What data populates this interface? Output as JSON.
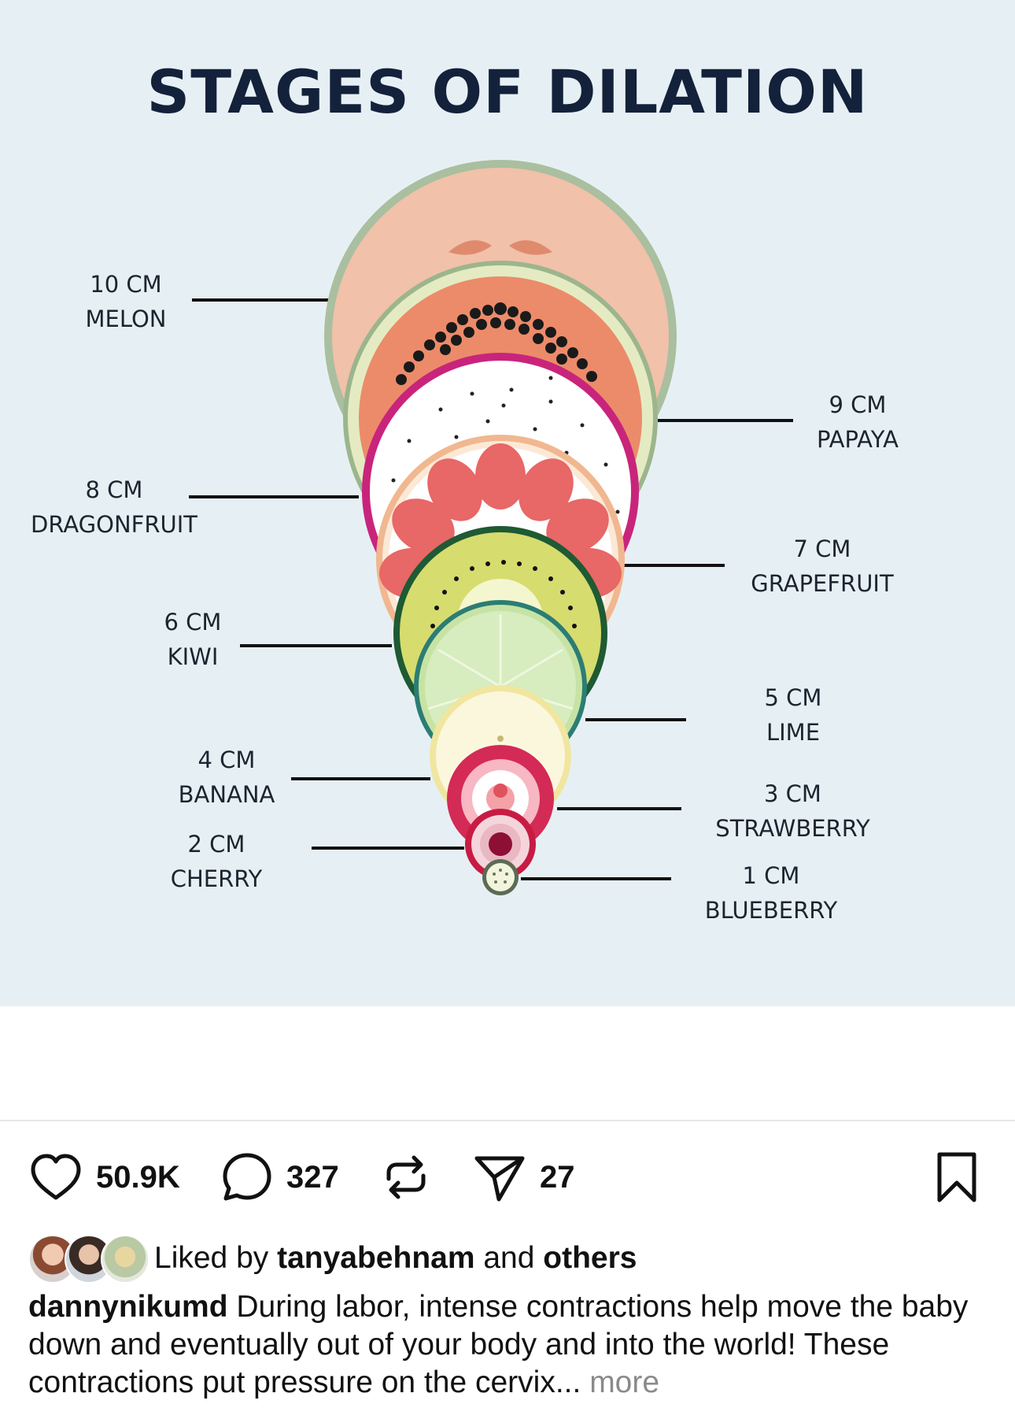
{
  "infographic": {
    "title": "STAGES OF DILATION",
    "stages": [
      {
        "size": "10 CM",
        "name": "MELON"
      },
      {
        "size": "9 CM",
        "name": "PAPAYA"
      },
      {
        "size": "8 CM",
        "name": "DRAGONFRUIT"
      },
      {
        "size": "7 CM",
        "name": "GRAPEFRUIT"
      },
      {
        "size": "6 CM",
        "name": "KIWI"
      },
      {
        "size": "5 CM",
        "name": "LIME"
      },
      {
        "size": "4 CM",
        "name": "BANANA"
      },
      {
        "size": "3 CM",
        "name": "STRAWBERRY"
      },
      {
        "size": "2 CM",
        "name": "CHERRY"
      },
      {
        "size": "1 CM",
        "name": "BLUEBERRY"
      }
    ]
  },
  "actions": {
    "likes": "50.9K",
    "comments": "327",
    "shares": "27",
    "icons": [
      "heart-icon",
      "comment-icon",
      "repost-icon",
      "send-icon",
      "bookmark-icon"
    ]
  },
  "liked_by": {
    "prefix": "Liked by",
    "user": "tanyabehnam",
    "connector": "and",
    "others": "others"
  },
  "caption": {
    "username": "dannynikumd",
    "text": "During labor, intense contractions help move the baby down and eventually out of your body and into the world! These contractions put pressure on the cervix...",
    "more": "more"
  },
  "colors": {
    "image_background": "#e6f0f4",
    "title": "#14213b",
    "text": "#111111",
    "muted": "#8a8a8a"
  }
}
